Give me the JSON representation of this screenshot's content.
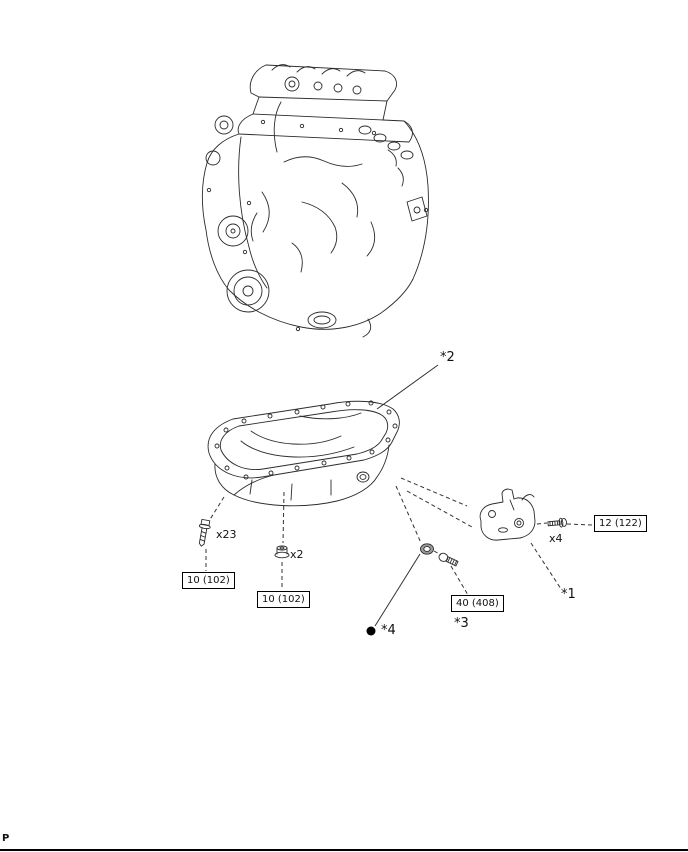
{
  "labels": {
    "callout1": "*1",
    "callout2": "*2",
    "callout3": "*3",
    "callout4": "*4"
  },
  "quantities": {
    "pan_bolt": "x23",
    "pan_nut": "x2",
    "bracket_bolt": "x4"
  },
  "torque_specs": {
    "pan_bolt": "10 (102)",
    "pan_nut": "10 (102)",
    "drain_plug": "40 (408)",
    "bracket_bolt": "12 (122)"
  },
  "footer": {
    "page_letter": "P"
  },
  "colors": {
    "background": "#ffffff",
    "line": "#2b2b2b",
    "box_border": "#000000"
  },
  "icons": {
    "pan_bolt": "bolt-icon",
    "pan_nut": "nut-icon",
    "drain_plug": "drain-plug-bolt-icon",
    "gasket": "gasket-ring-icon",
    "non_reusable": "filled-dot-icon"
  }
}
